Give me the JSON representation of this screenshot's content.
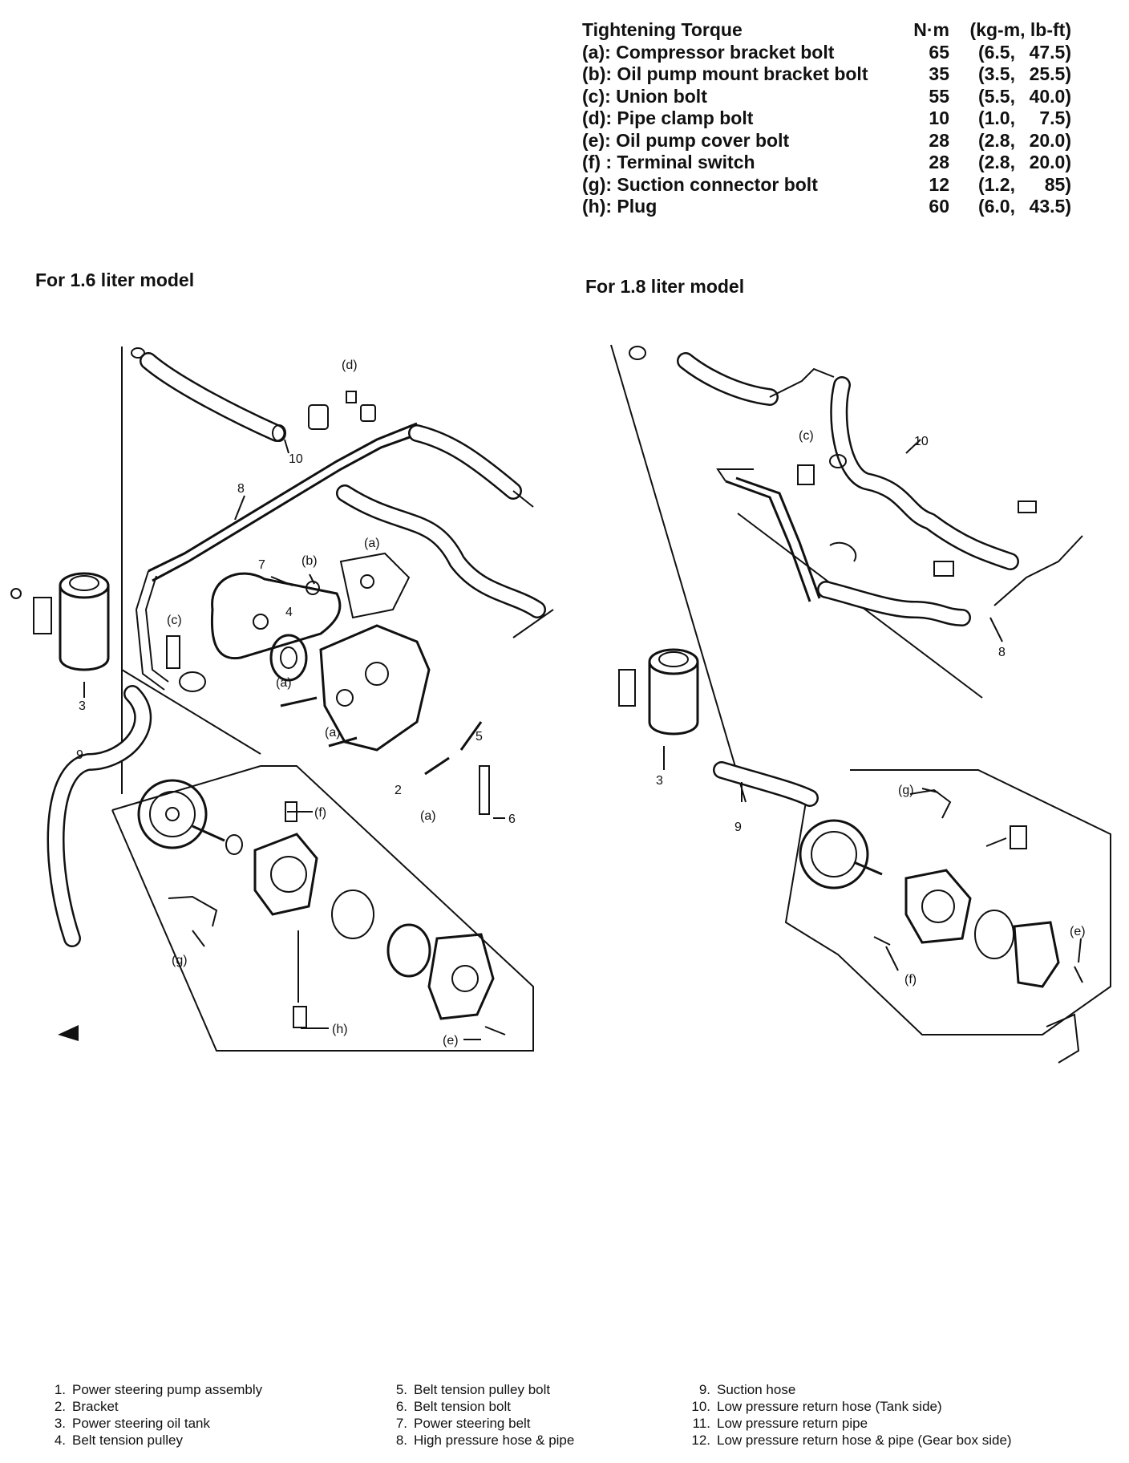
{
  "torque_table": {
    "header": {
      "label": "Tightening Torque",
      "nm": "N·m",
      "alt": "(kg-m,  lb-ft)"
    },
    "rows": [
      {
        "key": "(a):",
        "name": "Compressor bracket bolt",
        "nm": "65",
        "kgm": "(6.5,",
        "lbft": "47.5)"
      },
      {
        "key": "(b):",
        "name": "Oil pump mount bracket bolt",
        "nm": "35",
        "kgm": "(3.5,",
        "lbft": "25.5)"
      },
      {
        "key": "(c):",
        "name": "Union bolt",
        "nm": "55",
        "kgm": "(5.5,",
        "lbft": "40.0)"
      },
      {
        "key": "(d):",
        "name": "Pipe clamp bolt",
        "nm": "10",
        "kgm": "(1.0,",
        "lbft": "7.5)"
      },
      {
        "key": "(e):",
        "name": "Oil pump cover bolt",
        "nm": "28",
        "kgm": "(2.8,",
        "lbft": "20.0)"
      },
      {
        "key": "(f) :",
        "name": "Terminal switch",
        "nm": "28",
        "kgm": "(2.8,",
        "lbft": "20.0)"
      },
      {
        "key": "(g):",
        "name": "Suction connector bolt",
        "nm": "12",
        "kgm": "(1.2,",
        "lbft": "85)"
      },
      {
        "key": "(h):",
        "name": "Plug",
        "nm": "60",
        "kgm": "(6.0,",
        "lbft": "43.5)"
      }
    ]
  },
  "models": {
    "left": "For 1.6 liter model",
    "right": "For 1.8 liter model"
  },
  "callouts_left": {
    "d": "(d)",
    "n10": "10",
    "n8": "8",
    "a_top": "(a)",
    "b": "(b)",
    "n7": "7",
    "n4": "4",
    "c": "(c)",
    "n3": "3",
    "n9": "9",
    "a_mid1": "(a)",
    "a_mid2": "(a)",
    "n5": "5",
    "n2": "2",
    "a_low": "(a)",
    "n6": "6",
    "f": "(f)",
    "g": "(g)",
    "h": "(h)",
    "e": "(e)"
  },
  "callouts_right": {
    "c": "(c)",
    "n10": "10",
    "n8": "8",
    "n3": "3",
    "n9": "9",
    "g": "(g)",
    "e": "(e)",
    "f": "(f)"
  },
  "legend": {
    "col1": [
      {
        "num": "1.",
        "text": "Power steering pump assembly"
      },
      {
        "num": "2.",
        "text": "Bracket"
      },
      {
        "num": "3.",
        "text": "Power steering oil tank"
      },
      {
        "num": "4.",
        "text": "Belt tension pulley"
      }
    ],
    "col2": [
      {
        "num": "5.",
        "text": "Belt tension pulley bolt"
      },
      {
        "num": "6.",
        "text": "Belt tension bolt"
      },
      {
        "num": "7.",
        "text": "Power steering belt"
      },
      {
        "num": "8.",
        "text": "High pressure hose & pipe"
      }
    ],
    "col3": [
      {
        "num": "9.",
        "text": "Suction hose"
      },
      {
        "num": "10.",
        "text": "Low pressure return hose (Tank side)"
      },
      {
        "num": "11.",
        "text": "Low pressure return pipe"
      },
      {
        "num": "12.",
        "text": "Low pressure return hose & pipe (Gear box side)"
      }
    ]
  }
}
